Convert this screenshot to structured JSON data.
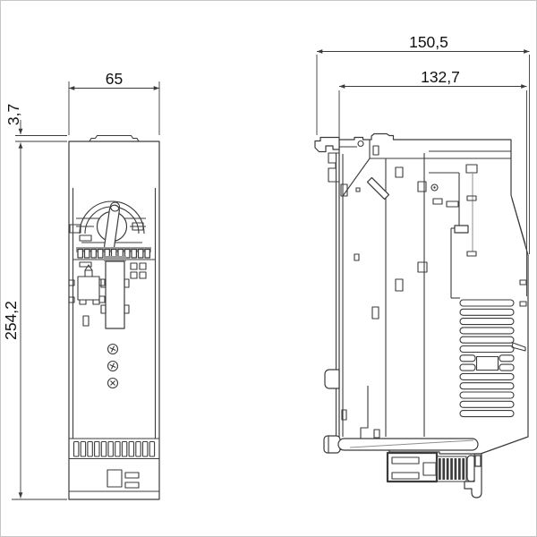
{
  "document": {
    "type": "technical dimensional drawing, two orthographic views of a switch-disconnector"
  },
  "colors": {
    "background": "#ffffff",
    "line": "#3b3b3b",
    "light_line": "#8f8f8f",
    "gray_fill": "#9a9a9a",
    "text": "#111111",
    "page_border": "#c6c6c6"
  },
  "views": {
    "front": {
      "label": "front view",
      "dims": {
        "width": {
          "value": "65"
        },
        "tab_height": {
          "value": "3,7"
        },
        "height": {
          "value": "254,2"
        }
      }
    },
    "side": {
      "label": "side view",
      "dims": {
        "overall_depth": {
          "value": "150,5"
        },
        "body_depth": {
          "value": "132,7"
        }
      }
    }
  }
}
